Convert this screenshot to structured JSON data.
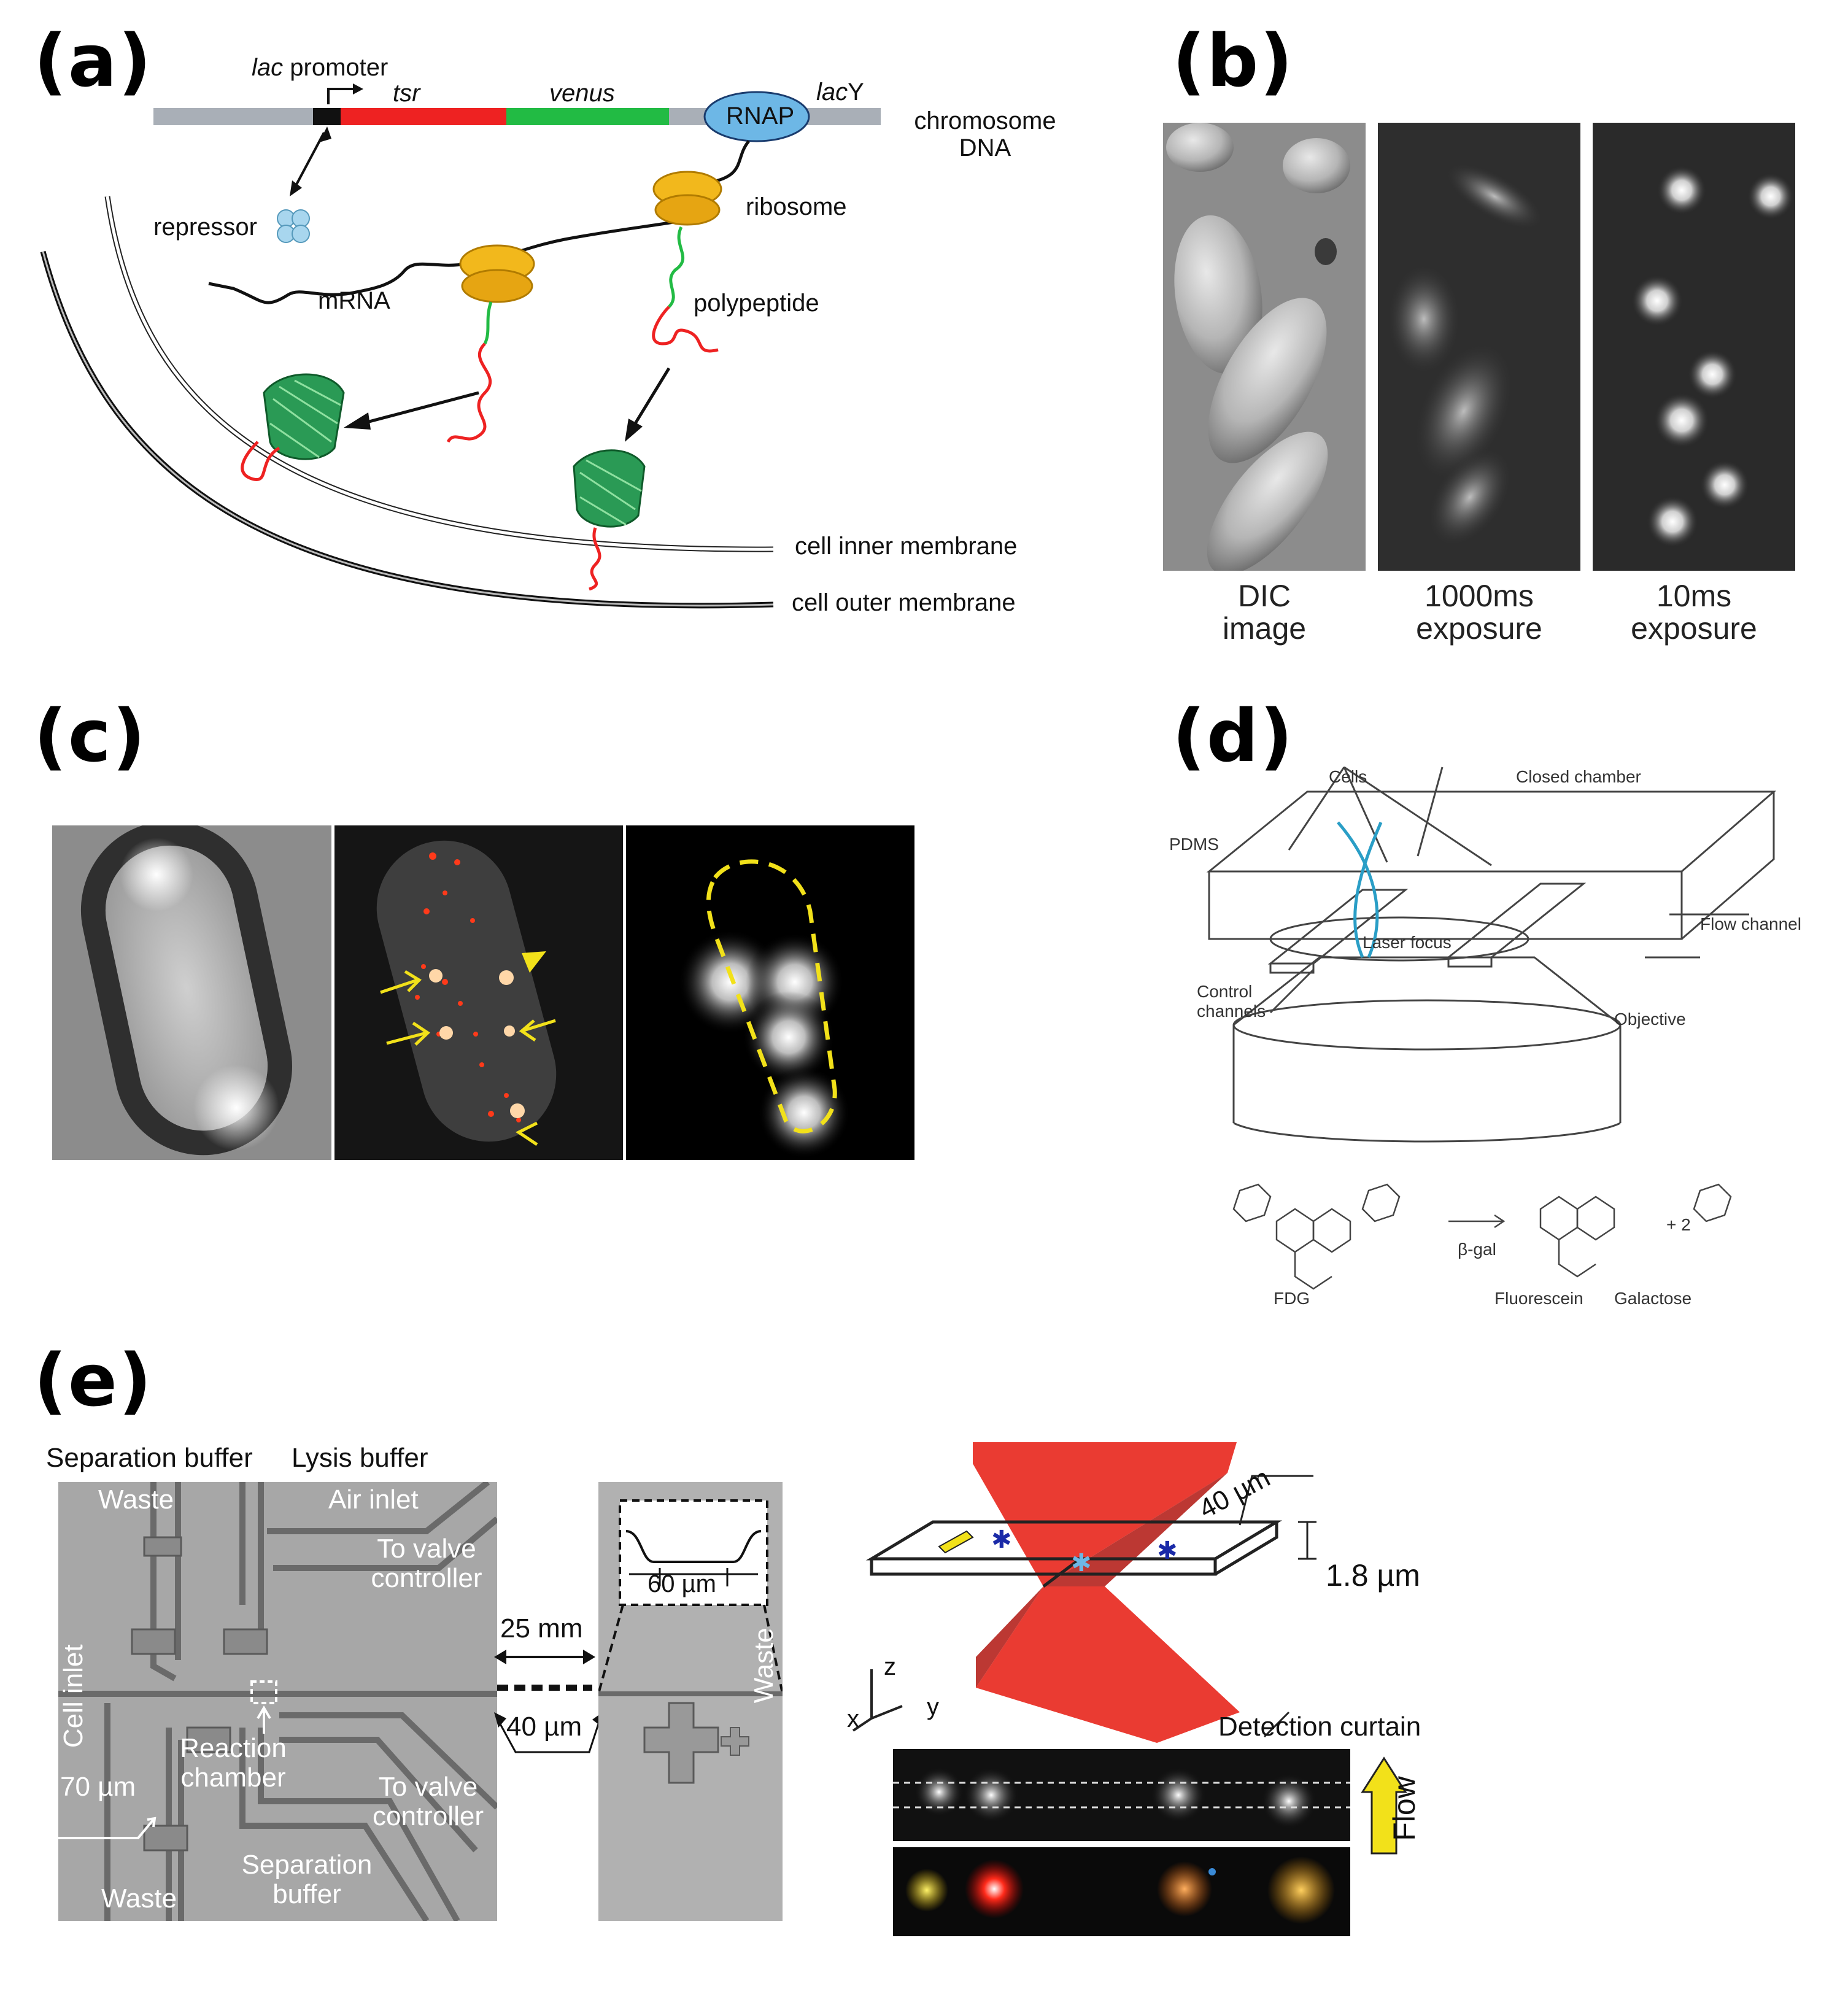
{
  "panels": {
    "a": {
      "label": "(a)",
      "lac_italic": "lac",
      "promoter": " promoter",
      "tsr": "tsr",
      "venus": "venus",
      "rnap": "RNAP",
      "lacY_italic": "lac",
      "lacY_rest": "Y",
      "chromosome": "chromosome",
      "dna": "DNA",
      "repressor": "repressor",
      "ribosome": "ribosome",
      "mrna": "mRNA",
      "polypeptide": "polypeptide",
      "inner": "cell inner membrane",
      "outer": "cell outer membrane"
    },
    "b": {
      "label": "(b)",
      "captions": [
        {
          "line1": "DIC",
          "line2": "image"
        },
        {
          "line1": "1000ms",
          "line2": "exposure"
        },
        {
          "line1": "10ms",
          "line2": "exposure"
        }
      ]
    },
    "c": {
      "label": "(c)"
    },
    "d": {
      "label": "(d)",
      "cells": "Cells",
      "closed_chamber": "Closed chamber",
      "pdms": "PDMS",
      "flow_channel": "Flow channel",
      "laser_focus": "Laser focus",
      "control": "Control",
      "channels": "channels",
      "objective": "Objective",
      "fdg": "FDG",
      "beta_gal": "β-gal",
      "fluorescein": "Fluorescein",
      "galactose": "Galactose",
      "plus2": "+ 2"
    },
    "e": {
      "label": "(e)",
      "separation_buffer_top": "Separation buffer",
      "lysis_buffer": "Lysis buffer",
      "waste_top": "Waste",
      "air_inlet": "Air inlet",
      "to_valve_1a": "To valve",
      "to_valve_1b": "controller",
      "cell_inlet": "Cell inlet",
      "reaction_a": "Reaction",
      "reaction_b": "chamber",
      "um70": "70 µm",
      "to_valve_2a": "To valve",
      "to_valve_2b": "controller",
      "separation_a": "Separation",
      "separation_b": "buffer",
      "waste_bottom": "Waste",
      "mm25": "25 mm",
      "um40": "40 µm",
      "um60": "60 µm",
      "waste_right": "Waste",
      "um40_3d": "40 µm",
      "um18": "1.8 µm",
      "axis_z": "z",
      "axis_x": "x",
      "axis_y": "y",
      "detection_curtain": "Detection curtain",
      "flow": "Flow"
    }
  },
  "colors": {
    "tsr": "#ee2222",
    "venus": "#22bb44",
    "rnap": "#6db7e6",
    "ribosome": "#f2b81c",
    "laser": "#e8261c",
    "arrow_yellow": "#f2e11a"
  }
}
